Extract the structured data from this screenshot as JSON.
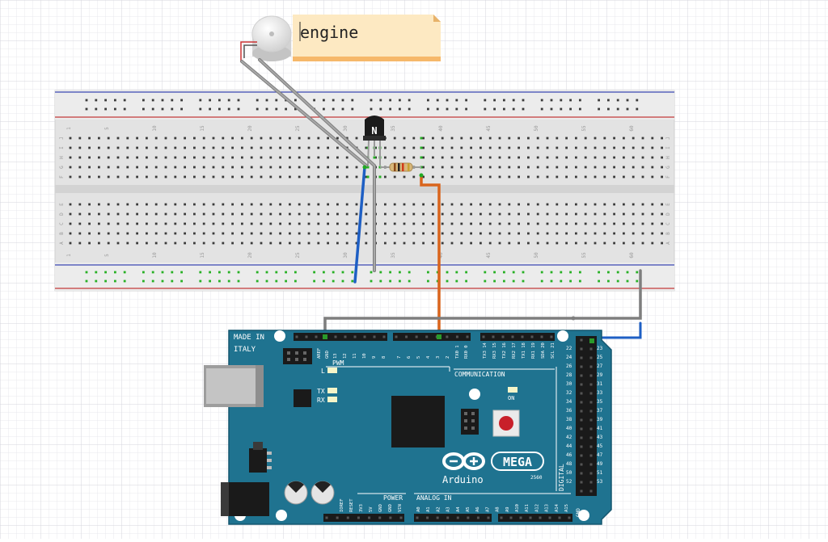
{
  "note": {
    "text": "engine"
  },
  "transistor": {
    "label": "N"
  },
  "breadboard": {
    "column_labels": [
      "1",
      "5",
      "10",
      "15",
      "20",
      "25",
      "30",
      "35",
      "40",
      "45",
      "50",
      "55",
      "60"
    ],
    "row_labels_top": [
      "J",
      "I",
      "H",
      "G",
      "F"
    ],
    "row_labels_bottom": [
      "E",
      "D",
      "C",
      "B",
      "A"
    ]
  },
  "arduino": {
    "made_in": "MADE IN",
    "italy": "ITALY",
    "brand": "Arduino",
    "model": "MEGA",
    "model_sub": "2560",
    "pwm": "PWM",
    "communication": "COMMUNICATION",
    "power": "POWER",
    "analog_in": "ANALOG IN",
    "digital": "DIGITAL",
    "l": "L",
    "tx": "TX",
    "rx": "RX",
    "on": "ON",
    "gnd": "GND",
    "header_top_labels": [
      "AREF",
      "GND",
      "13",
      "12",
      "11",
      "10",
      "9",
      "8",
      "7",
      "6",
      "5",
      "4",
      "3",
      "2",
      "TX0 1",
      "RX0 0",
      "TX3 14",
      "RX3 15",
      "TX2 16",
      "RX2 17",
      "TX1 18",
      "RX1 19",
      "SDA 20",
      "SCL 21"
    ],
    "header_right_even": [
      "22",
      "24",
      "26",
      "28",
      "30",
      "32",
      "34",
      "36",
      "38",
      "40",
      "42",
      "44",
      "46",
      "48",
      "50",
      "52"
    ],
    "header_right_odd": [
      "23",
      "25",
      "27",
      "29",
      "31",
      "33",
      "35",
      "37",
      "39",
      "41",
      "43",
      "45",
      "47",
      "49",
      "51",
      "53"
    ],
    "power_labels": [
      "IOREF",
      "RESET",
      "3V3",
      "5V",
      "GND",
      "GND",
      "VIN"
    ],
    "analog_labels": [
      "A0",
      "A1",
      "A2",
      "A3",
      "A4",
      "A5",
      "A6",
      "A7",
      "A8",
      "A9",
      "A10",
      "A11",
      "A12",
      "A13",
      "A14",
      "A15"
    ],
    "colors": {
      "board": "#1f7390",
      "board_edge": "#14566f",
      "silk": "#ffffff"
    }
  },
  "colors": {
    "wire_gray": "#8c8c8c",
    "wire_blue": "#2d6fce",
    "wire_orange": "#e07024",
    "wire_red": "#c33",
    "grid": "#e6e6ec"
  }
}
